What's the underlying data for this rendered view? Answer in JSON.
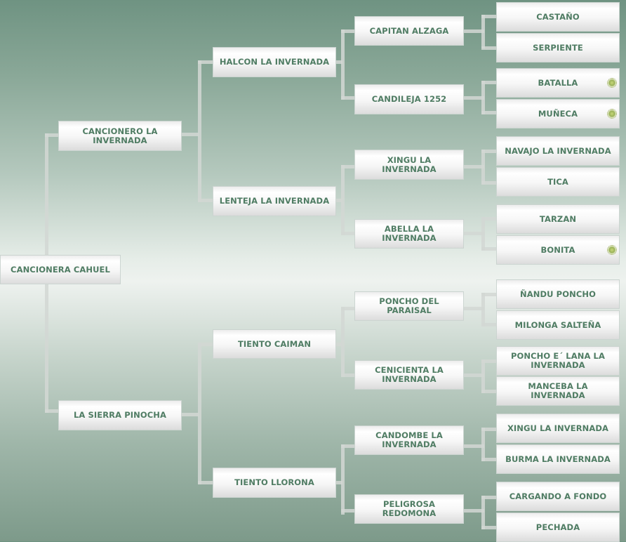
{
  "colors": {
    "text": "#4f7c63",
    "box": "#f5f5f5",
    "connector": "#d2d7d4",
    "background_top": "#6f9382",
    "background_mid": "#eef2ef"
  },
  "pedigree": {
    "subject": {
      "name": "CANCIONERA CAHUEL"
    },
    "sire": {
      "name": "CANCIONERO LA INVERNADA"
    },
    "dam": {
      "name": "LA SIERRA PINOCHA"
    },
    "gen2": [
      {
        "name": "HALCON LA INVERNADA"
      },
      {
        "name": "LENTEJA LA INVERNADA"
      },
      {
        "name": "TIENTO CAIMAN"
      },
      {
        "name": "TIENTO LLORONA"
      }
    ],
    "gen3": [
      {
        "name": "CAPITAN ALZAGA"
      },
      {
        "name": "CANDILEJA 1252"
      },
      {
        "name": "XINGU LA INVERNADA"
      },
      {
        "name": "ABELLA LA INVERNADA"
      },
      {
        "name": "PONCHO DEL PARAISAL"
      },
      {
        "name": "CENICIENTA LA INVERNADA"
      },
      {
        "name": "CANDOMBE LA INVERNADA"
      },
      {
        "name": "PELIGROSA REDOMONA"
      }
    ],
    "gen4": [
      {
        "name": "CASTAÑO",
        "badge": false
      },
      {
        "name": "SERPIENTE",
        "badge": false
      },
      {
        "name": "BATALLA",
        "badge": true
      },
      {
        "name": "MUÑECA",
        "badge": true
      },
      {
        "name": "NAVAJO LA INVERNADA",
        "badge": false
      },
      {
        "name": "TICA",
        "badge": false
      },
      {
        "name": "TARZAN",
        "badge": false
      },
      {
        "name": "BONITA",
        "badge": true
      },
      {
        "name": "ÑANDU PONCHO",
        "badge": false
      },
      {
        "name": "MILONGA SALTEÑA",
        "badge": false
      },
      {
        "name": "PONCHO E´ LANA LA INVERNADA",
        "badge": false
      },
      {
        "name": "MANCEBA LA INVERNADA",
        "badge": false
      },
      {
        "name": "XINGU LA INVERNADA",
        "badge": false
      },
      {
        "name": "BURMA LA INVERNADA",
        "badge": false
      },
      {
        "name": "CARGANDO A FONDO",
        "badge": false
      },
      {
        "name": "PECHADA",
        "badge": false
      }
    ],
    "badge_icon": "award-seal-icon"
  }
}
